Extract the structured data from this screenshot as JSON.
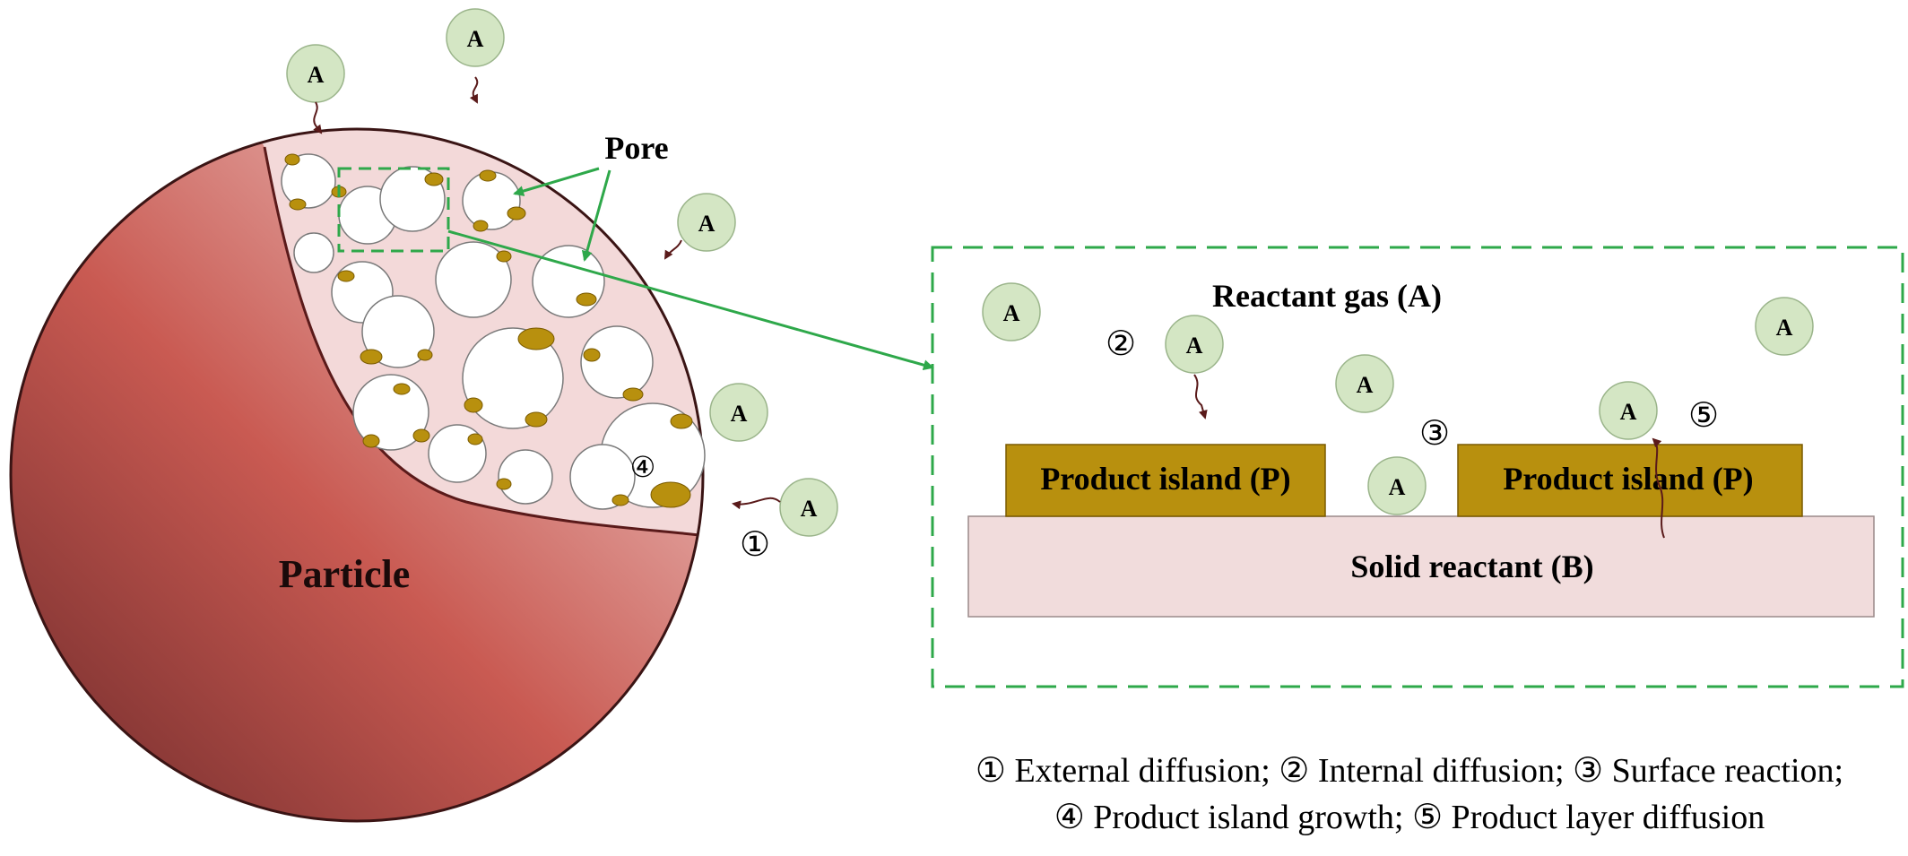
{
  "labels": {
    "particle": "Particle",
    "pore": "Pore",
    "reactant_gas": "Reactant gas (A)",
    "product_island_left": "Product island (P)",
    "product_island_right": "Product island (P)",
    "solid_reactant": "Solid reactant (B)",
    "gas_molecule": "A"
  },
  "step_markers": {
    "one": "①",
    "two": "②",
    "three": "③",
    "four": "④",
    "five": "⑤"
  },
  "legend": {
    "line1": "① External diffusion; ② Internal diffusion; ③ Surface reaction;",
    "line2": "④ Product island growth; ⑤ Product layer diffusion"
  },
  "colors": {
    "particle_dark": "#7a2f2f",
    "particle_mid": "#c95a52",
    "particle_light": "#f1d2d2",
    "pore_region": "#f3d9d9",
    "product": "#b8900e",
    "gas_fill": "#d4e6c4",
    "inset_border": "#2ea84a",
    "arrow_green": "#2ea84a",
    "arrow_brown": "#5a1a1a",
    "solid_reactant": "#f1dcdc"
  }
}
